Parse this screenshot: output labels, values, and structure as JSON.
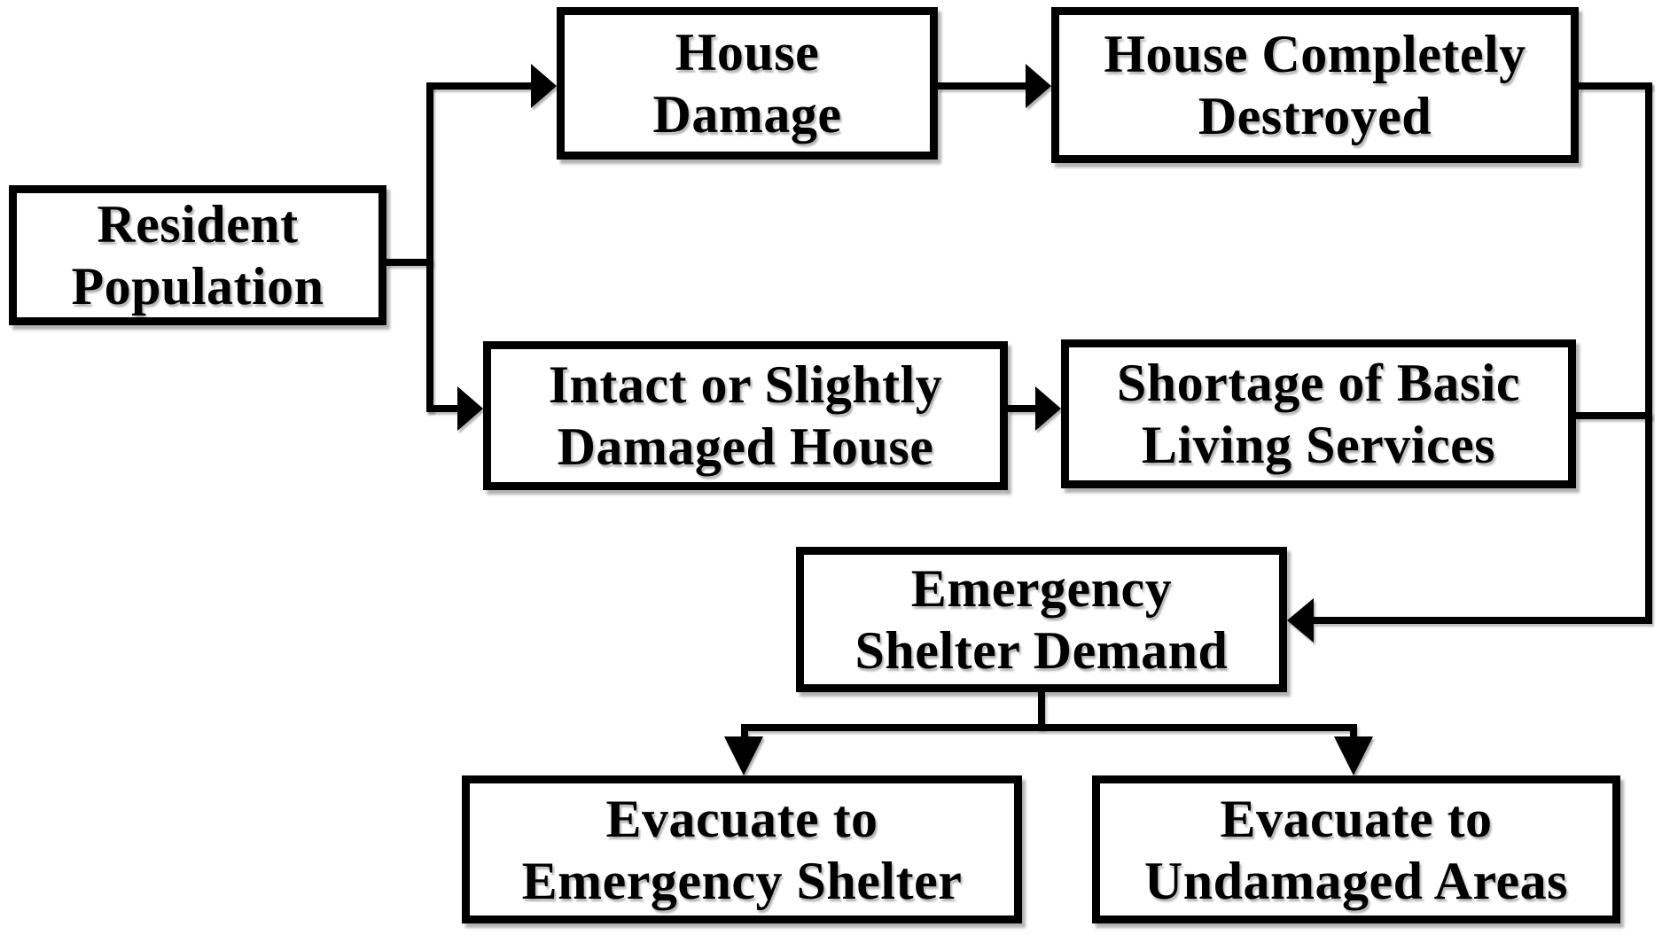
{
  "diagram": {
    "title": "Emergency shelter demand flowchart",
    "background_color": "#ffffff",
    "stroke_color": "#000000",
    "nodes": {
      "resident_population": {
        "lines": [
          "Resident",
          "Population"
        ]
      },
      "house_damage": {
        "lines": [
          "House",
          "Damage"
        ]
      },
      "house_completely_destroyed": {
        "lines": [
          "House Completely",
          "Destroyed"
        ]
      },
      "intact_house": {
        "lines": [
          "Intact or Slightly",
          "Damaged House"
        ]
      },
      "shortage_services": {
        "lines": [
          "Shortage of Basic",
          "Living Services"
        ]
      },
      "emergency_shelter_demand": {
        "lines": [
          "Emergency",
          "Shelter Demand"
        ]
      },
      "evacuate_emergency_shelter": {
        "lines": [
          "Evacuate to",
          "Emergency Shelter"
        ]
      },
      "evacuate_undamaged_areas": {
        "lines": [
          "Evacuate to",
          "Undamaged Areas"
        ]
      }
    },
    "edges": [
      {
        "from": "resident_population",
        "to": "house_damage"
      },
      {
        "from": "resident_population",
        "to": "intact_house"
      },
      {
        "from": "house_damage",
        "to": "house_completely_destroyed"
      },
      {
        "from": "intact_house",
        "to": "shortage_services"
      },
      {
        "from": "house_completely_destroyed",
        "to": "emergency_shelter_demand"
      },
      {
        "from": "shortage_services",
        "to": "emergency_shelter_demand"
      },
      {
        "from": "emergency_shelter_demand",
        "to": "evacuate_emergency_shelter"
      },
      {
        "from": "emergency_shelter_demand",
        "to": "evacuate_undamaged_areas"
      }
    ]
  }
}
